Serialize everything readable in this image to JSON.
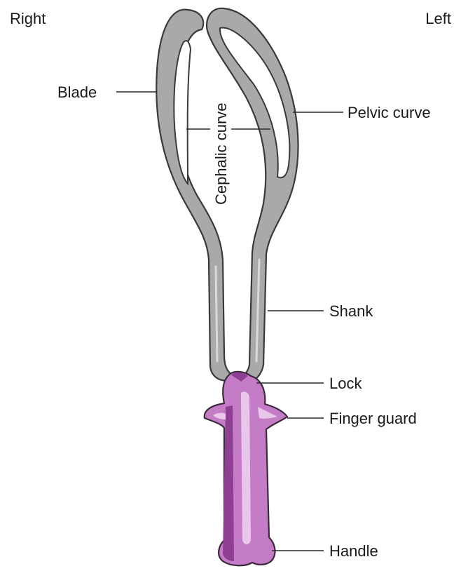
{
  "labels": {
    "right": "Right",
    "left": "Left",
    "blade": "Blade",
    "pelvic_curve": "Pelvic curve",
    "cephalic_curve": "Cephalic curve",
    "shank": "Shank",
    "lock": "Lock",
    "finger_guard": "Finger guard",
    "handle": "Handle"
  },
  "colors": {
    "steel": "#a9a9a9",
    "handle": "#c47cc6",
    "handle_shadow": "#8e3f93"
  }
}
